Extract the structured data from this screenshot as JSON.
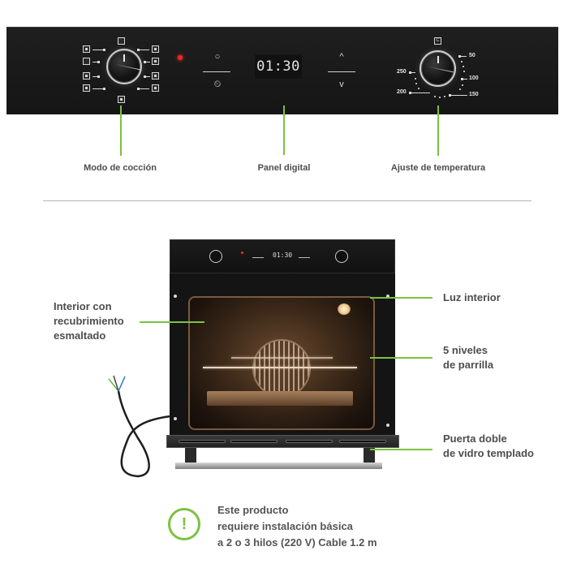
{
  "top_panel": {
    "cooking_mode_icons": [
      "top-center-mode-icon",
      "conventional-icon",
      "bottom-heat-icon",
      "grill-icon",
      "grill-fan-icon",
      "fan-icon",
      "defrost-icon",
      "top-heat-icon",
      "pizza-icon",
      "bottom-center-mode-icon"
    ],
    "indicator_light_color": "#ff2222",
    "touch_controls": {
      "left_top_symbol": "○",
      "left_bottom_symbol": "⏲",
      "right_top_symbol": "^",
      "right_bottom_symbol": "v"
    },
    "display_time": "01:30",
    "temperature_dial": {
      "top_symbol": "C",
      "labels": [
        "50",
        "100",
        "150",
        "200",
        "250"
      ]
    }
  },
  "callouts_top": {
    "cooking_mode": "Modo de cocción",
    "digital_panel": "Panel digital",
    "temperature": "Ajuste de temperatura"
  },
  "oven_preview": {
    "display_time": "01:30"
  },
  "callouts_oven": {
    "interior_line1": "Interior con",
    "interior_line2": "recubrimiento",
    "interior_line3": "esmaltado",
    "light": "Luz interior",
    "racks_line1": "5 niveles",
    "racks_line2": "de parrilla",
    "door_line1": "Puerta doble",
    "door_line2": "de vidro templado"
  },
  "notice": {
    "icon": "!",
    "line1": "Este producto",
    "line2": "requiere instalación básica",
    "line3": "a 2 o 3 hilos (220 V) Cable 1.2 m"
  },
  "colors": {
    "accent_green": "#7cc242",
    "panel_black": "#1a1a1a",
    "text_gray": "#4d4d4d"
  }
}
